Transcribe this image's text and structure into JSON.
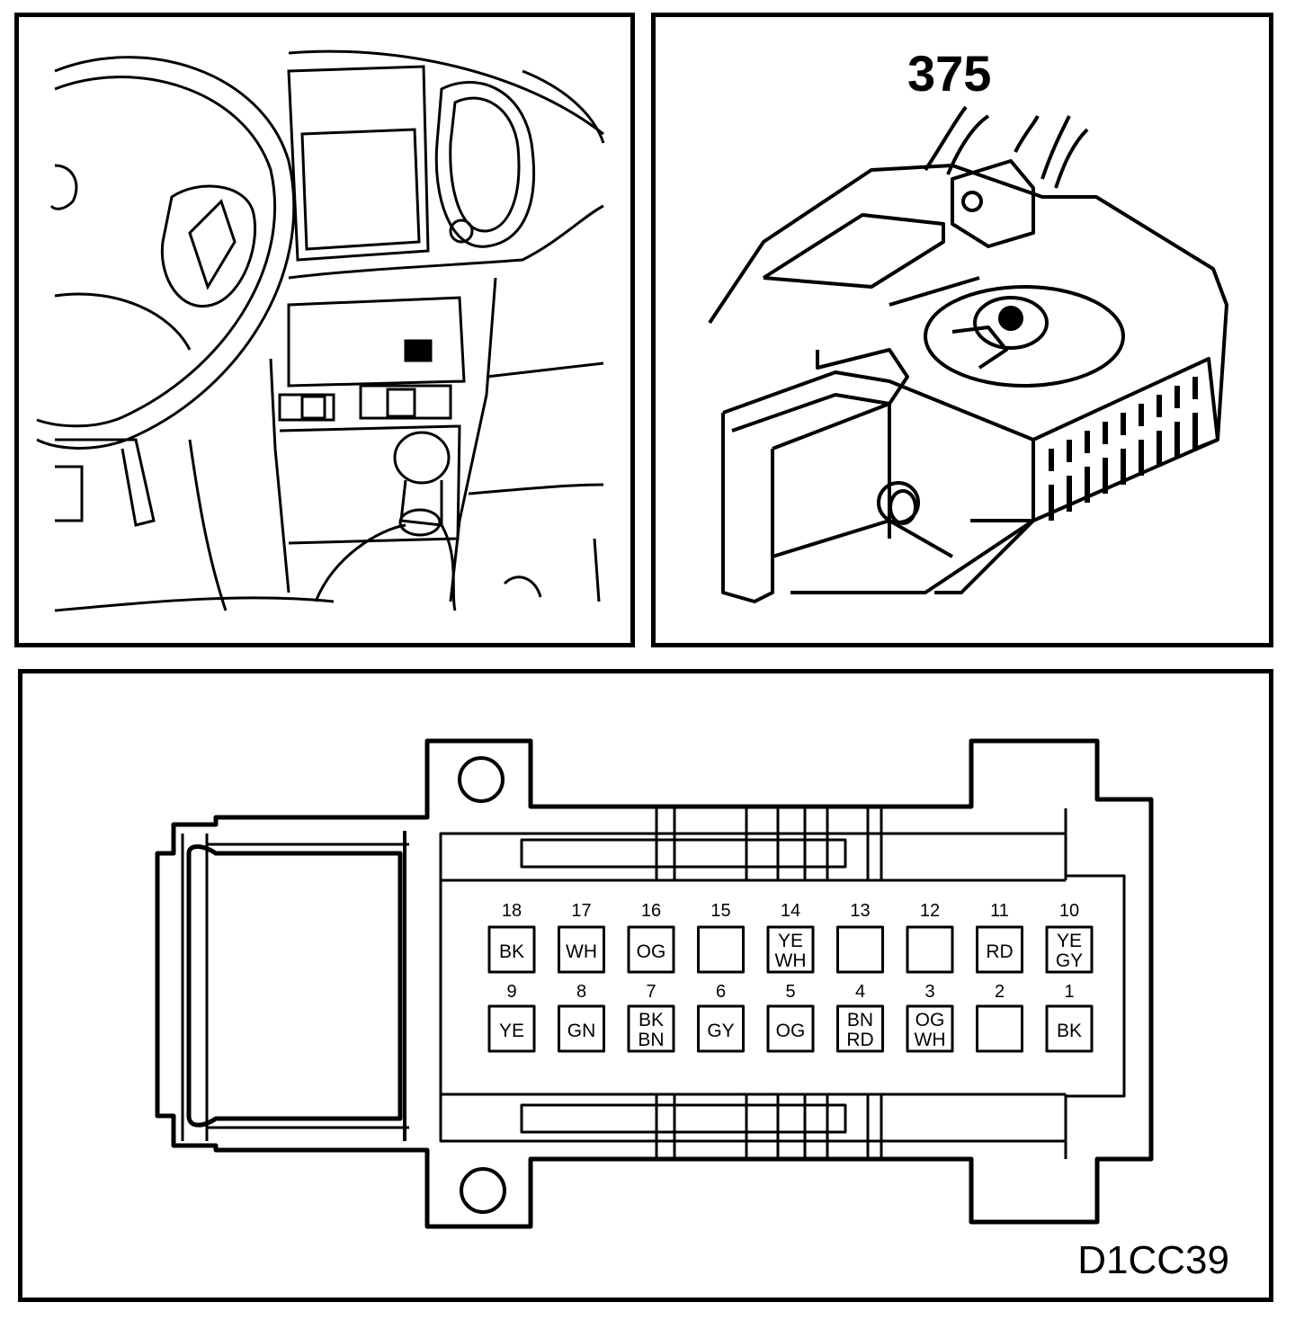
{
  "callout": "375",
  "diagram_code": "D1CC39",
  "pins_top": [
    {
      "num": "18",
      "label": [
        "BK"
      ]
    },
    {
      "num": "17",
      "label": [
        "WH"
      ]
    },
    {
      "num": "16",
      "label": [
        "OG"
      ]
    },
    {
      "num": "15",
      "label": []
    },
    {
      "num": "14",
      "label": [
        "YE",
        "WH"
      ]
    },
    {
      "num": "13",
      "label": []
    },
    {
      "num": "12",
      "label": []
    },
    {
      "num": "11",
      "label": [
        "RD"
      ]
    },
    {
      "num": "10",
      "label": [
        "YE",
        "GY"
      ]
    }
  ],
  "pins_bottom": [
    {
      "num": "9",
      "label": [
        "YE"
      ]
    },
    {
      "num": "8",
      "label": [
        "GN"
      ]
    },
    {
      "num": "7",
      "label": [
        "BK",
        "BN"
      ]
    },
    {
      "num": "6",
      "label": [
        "GY"
      ]
    },
    {
      "num": "5",
      "label": [
        "OG"
      ]
    },
    {
      "num": "4",
      "label": [
        "BN",
        "RD"
      ]
    },
    {
      "num": "3",
      "label": [
        "OG",
        "WH"
      ]
    },
    {
      "num": "2",
      "label": []
    },
    {
      "num": "1",
      "label": [
        "BK"
      ]
    }
  ]
}
